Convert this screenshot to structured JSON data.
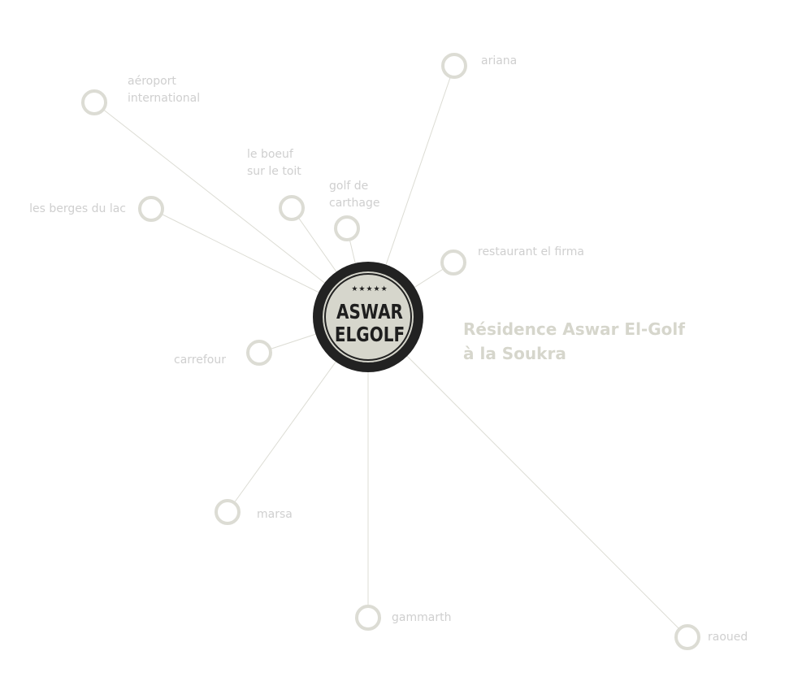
{
  "hub": {
    "stars": "★★★★★",
    "line1": "ASWAR",
    "line2": "ELGOLF"
  },
  "heading": {
    "line1": "Résidence Aswar El-Golf",
    "line2": "à la Soukra"
  },
  "nodes": [
    {
      "id": "ariana",
      "lines": [
        "ariana"
      ]
    },
    {
      "id": "aeroport-international",
      "lines": [
        "aéroport",
        "international"
      ]
    },
    {
      "id": "le-boeuf-sur-le-toit",
      "lines": [
        "le boeuf",
        "sur le toit"
      ]
    },
    {
      "id": "golf-de-carthage",
      "lines": [
        "golf de",
        "carthage"
      ]
    },
    {
      "id": "les-berges-du-lac",
      "lines": [
        "les berges du lac"
      ]
    },
    {
      "id": "restaurant-el-firma",
      "lines": [
        "restaurant el firma"
      ]
    },
    {
      "id": "carrefour",
      "lines": [
        "carrefour"
      ]
    },
    {
      "id": "marsa",
      "lines": [
        "marsa"
      ]
    },
    {
      "id": "gammarth",
      "lines": [
        "gammarth"
      ]
    },
    {
      "id": "raoued",
      "lines": [
        "raoued"
      ]
    }
  ],
  "colors": {
    "hub_ring": "#222222",
    "hub_fill": "#d6d6cc",
    "node_ring": "#dcdcd4",
    "connector": "#dcdcd4",
    "label": "#cfcfcf",
    "heading": "#d6d6cc"
  }
}
